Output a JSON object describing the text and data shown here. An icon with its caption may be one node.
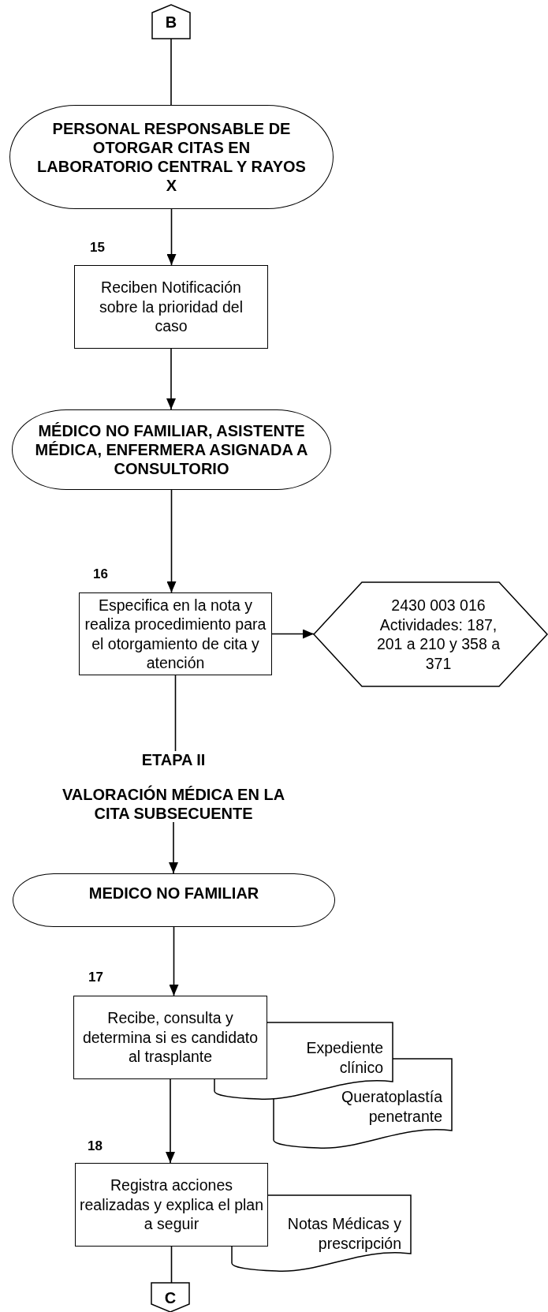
{
  "diagram": {
    "nodes": [
      {
        "text": [
          "B"
        ]
      },
      {
        "text": [
          "PERSONAL RESPONSABLE DE OTORGAR CITAS EN LABORATORIO CENTRAL Y RAYOS X"
        ]
      },
      {
        "text": [
          "Reciben Notificación sobre la prioridad del caso"
        ],
        "beside": [
          "15"
        ]
      },
      {
        "text": [
          "MÉDICO NO FAMILIAR, ASISTENTE MÉDICA, ENFERMERA ASIGNADA A CONSULTORIO"
        ]
      },
      {
        "text": [
          "Especifica en la nota y realiza procedimiento para el otorgamiento  de cita y atención"
        ],
        "beside": [
          "16"
        ]
      },
      {
        "text": [
          "2430 003 016 Actividades: 187, 201 a 210 y 358 a 371"
        ]
      },
      {
        "text": [
          "ETAPA II",
          "VALORACIÓN MÉDICA EN LA CITA SUBSECUENTE"
        ]
      },
      {
        "text": [
          "MEDICO NO FAMILIAR"
        ]
      },
      {
        "text": [
          "Recibe, consulta y determina si es candidato al trasplante"
        ],
        "beside": [
          "17"
        ]
      },
      {
        "text": [
          "Expediente clínico"
        ]
      },
      {
        "text": [
          "Queratoplastía penetrante"
        ]
      },
      {
        "text": [
          "Registra acciones realizadas y explica el plan a seguir"
        ],
        "beside": [
          "18"
        ]
      },
      {
        "text": [
          "Notas Médicas y prescripción"
        ]
      },
      {
        "text": [
          "C"
        ]
      }
    ],
    "edges": [
      {
        "from": 0,
        "to": 1,
        "arrow": "none"
      },
      {
        "from": 1,
        "to": 2,
        "arrow": "to"
      },
      {
        "from": 2,
        "to": 3,
        "arrow": "to"
      },
      {
        "from": 3,
        "to": 4,
        "arrow": "to"
      },
      {
        "from": 4,
        "to": 5,
        "arrow": "to"
      },
      {
        "from": 4,
        "to": 6,
        "arrow": "none"
      },
      {
        "from": 6,
        "to": 7,
        "arrow": "to"
      },
      {
        "from": 7,
        "to": 8,
        "arrow": "to"
      },
      {
        "from": 8,
        "to": 11,
        "arrow": "to"
      },
      {
        "from": 11,
        "to": 13,
        "arrow": "none"
      }
    ]
  }
}
